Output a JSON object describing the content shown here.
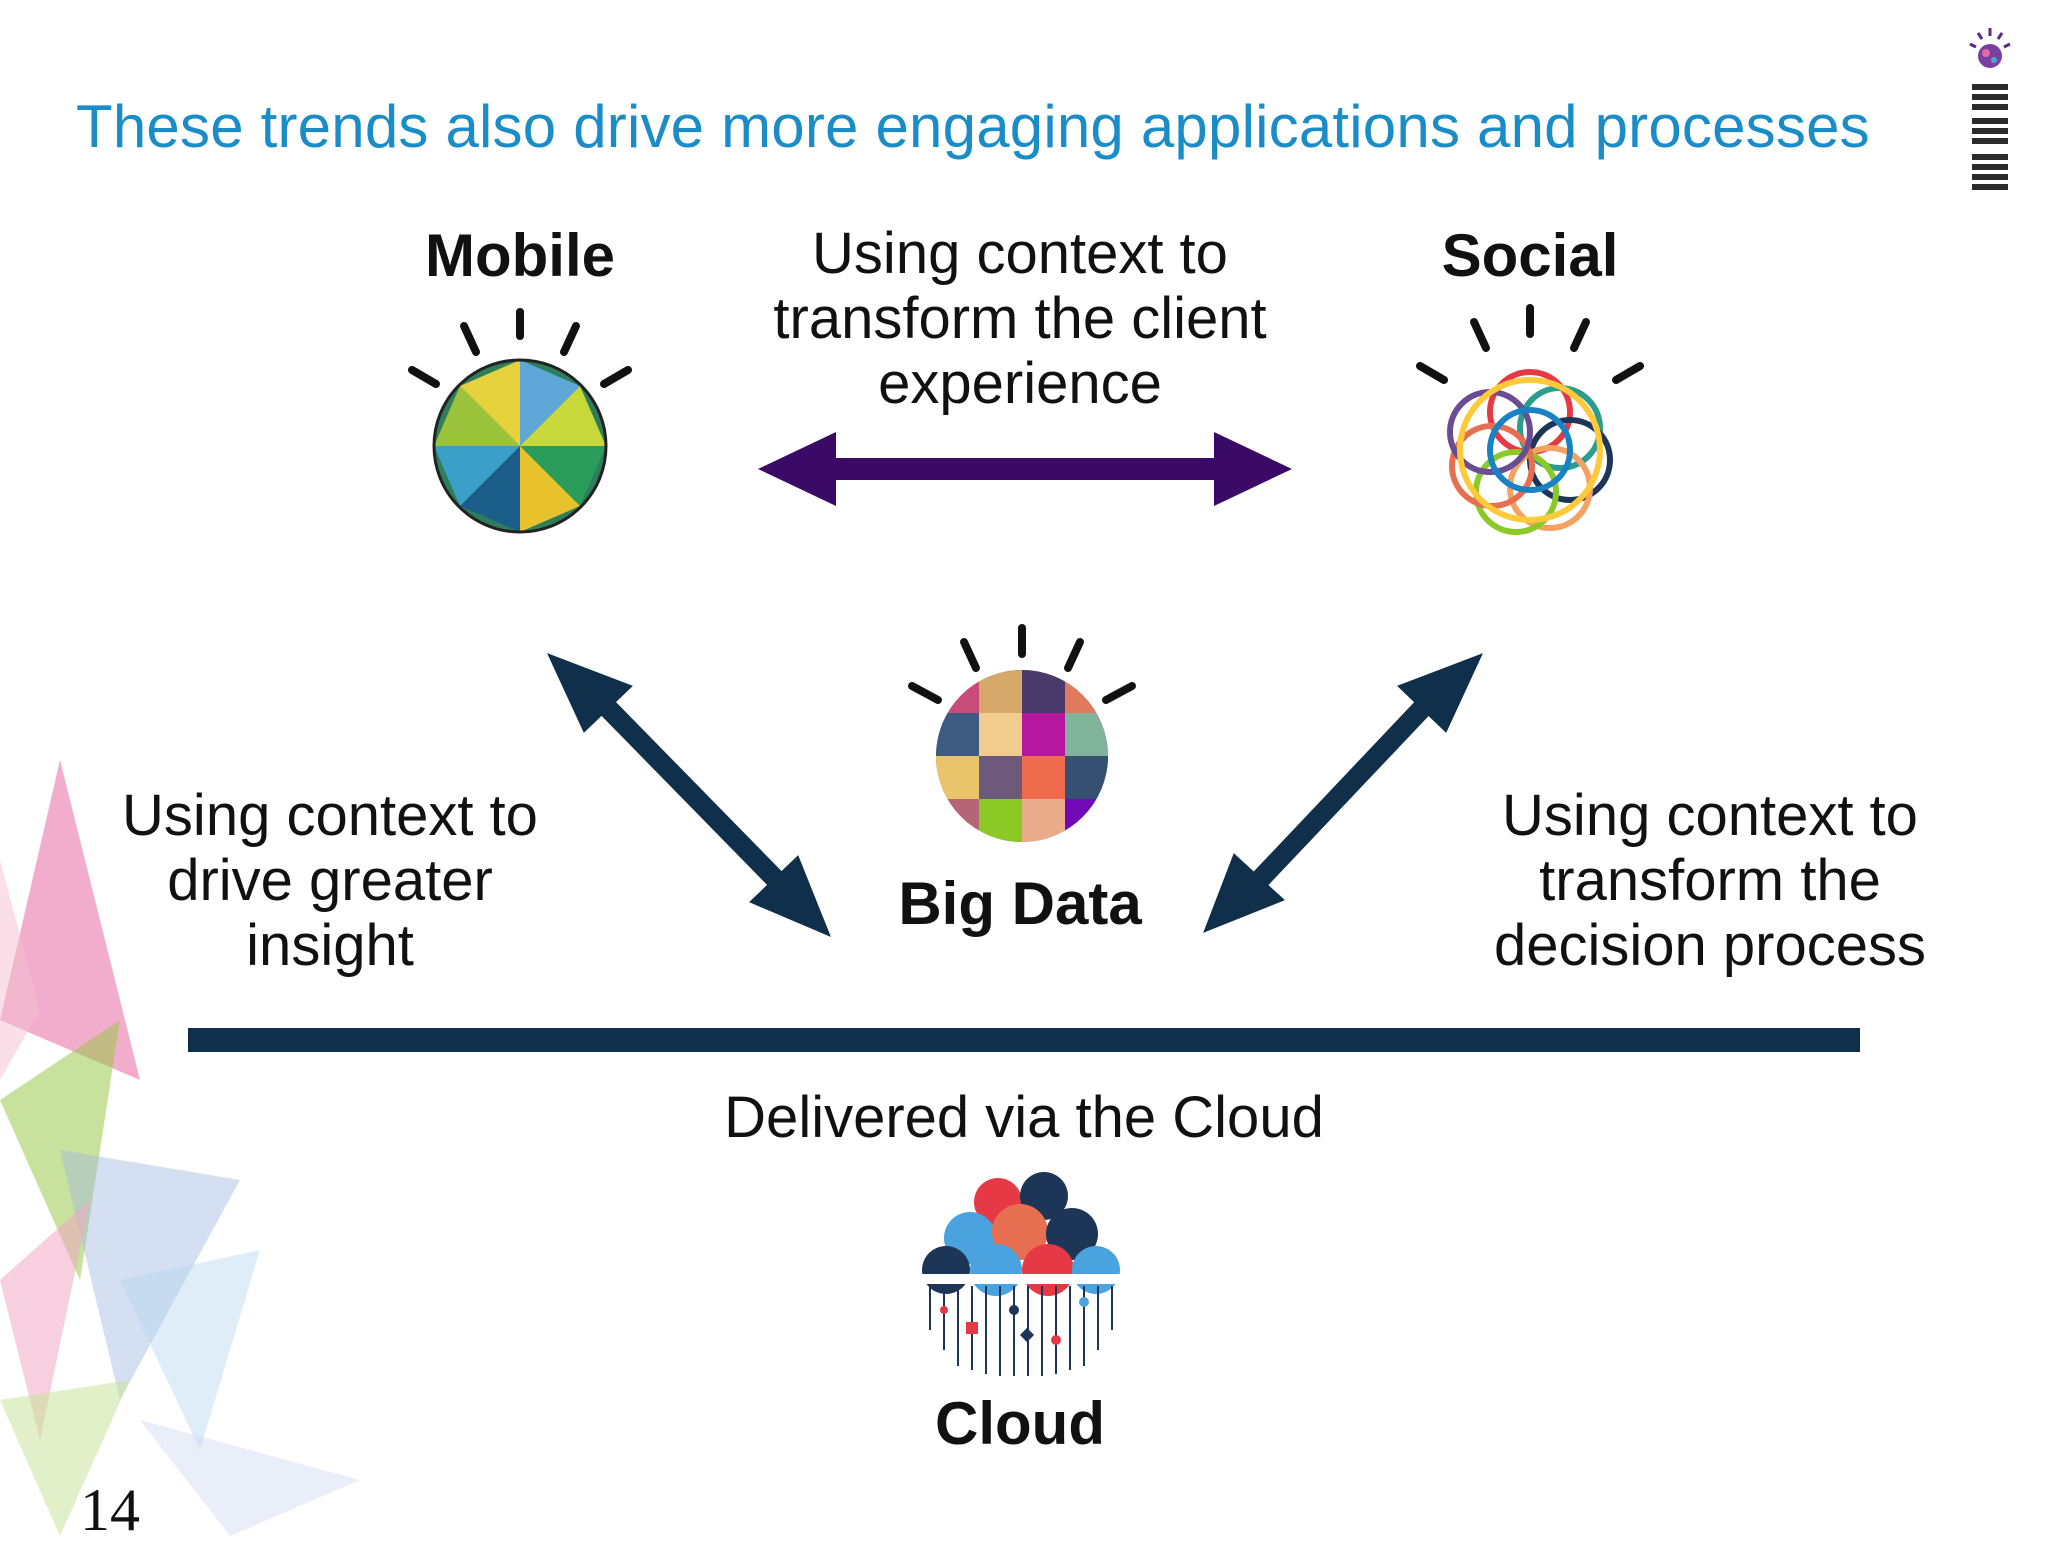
{
  "slide": {
    "title": "These trends also drive more engaging applications and processes",
    "page_number": "14",
    "brand_logo_text": "IBM"
  },
  "nodes": {
    "mobile": "Mobile",
    "social": "Social",
    "big_data": "Big Data",
    "cloud": "Cloud"
  },
  "relations": {
    "mobile_social": [
      "Using context to",
      "transform the client",
      "experience"
    ],
    "mobile_bigdata": [
      "Using context to",
      "drive greater",
      "insight"
    ],
    "social_bigdata": [
      "Using context to",
      "transform the",
      "decision process"
    ]
  },
  "delivery": "Delivered via the Cloud",
  "colors": {
    "title": "#1a8dc8",
    "horizontal_arrow": "#3b0a66",
    "diagonal_arrows": "#0f2f4a",
    "divider": "#0f2f4a"
  }
}
